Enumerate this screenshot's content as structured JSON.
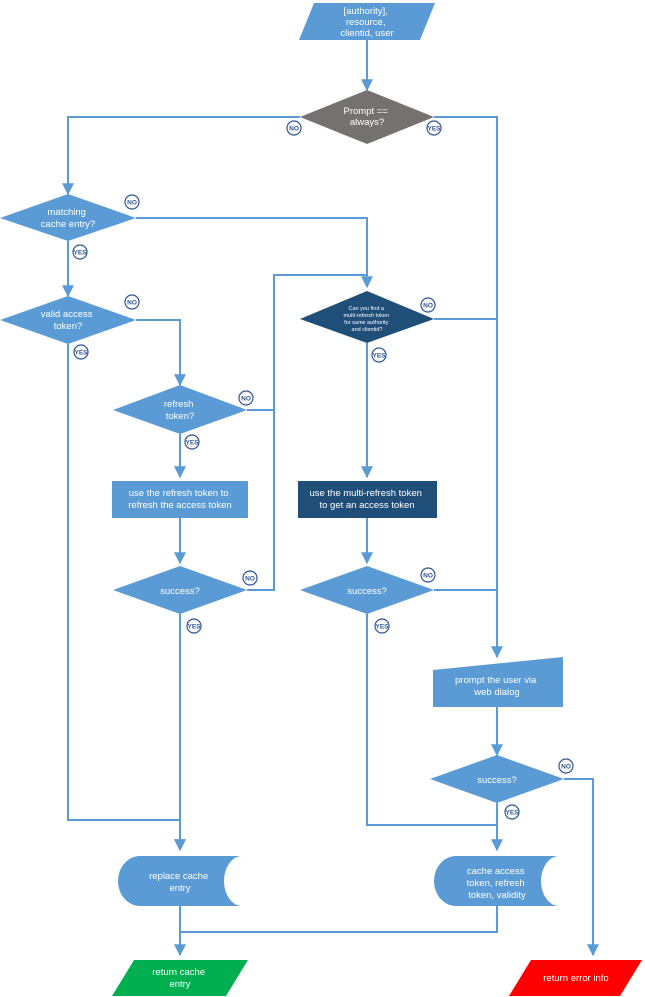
{
  "colors": {
    "primary": "#5b9bd5",
    "dark": "#1f4e79",
    "gray": "#767171",
    "success": "#00b050",
    "error": "#ff0000",
    "edge": "#5b9bd5",
    "badge": "#2e5597"
  },
  "nodes": {
    "start_input": [
      "[authority],",
      "resource,",
      "clientid, user"
    ],
    "prompt_always": [
      "Prompt ==",
      "always?"
    ],
    "matching_cache": [
      "matching",
      "cache entry?"
    ],
    "valid_access": [
      "valid access",
      "token?"
    ],
    "refresh_token": [
      "refresh",
      "token?"
    ],
    "use_refresh": [
      "use the refresh token to",
      "refresh the access token"
    ],
    "success_refresh": [
      "success?"
    ],
    "multi_refresh_question": [
      "Can you find a",
      "multi-refresh token",
      "for same authority",
      "and clientid?"
    ],
    "use_multi_refresh": [
      "use the multi-refresh token",
      "to get an access token"
    ],
    "success_multi": [
      "success?"
    ],
    "prompt_user": [
      "prompt the user via",
      "web dialog"
    ],
    "success_prompt": [
      "success?"
    ],
    "replace_cache": [
      "replace cache",
      "entry"
    ],
    "cache_access": [
      "cache access",
      "token, refresh",
      "token, validity"
    ],
    "return_cache": [
      "return cache",
      "entry"
    ],
    "return_error": [
      "return error info"
    ]
  },
  "labels": {
    "yes": "YES",
    "no": "NO"
  }
}
